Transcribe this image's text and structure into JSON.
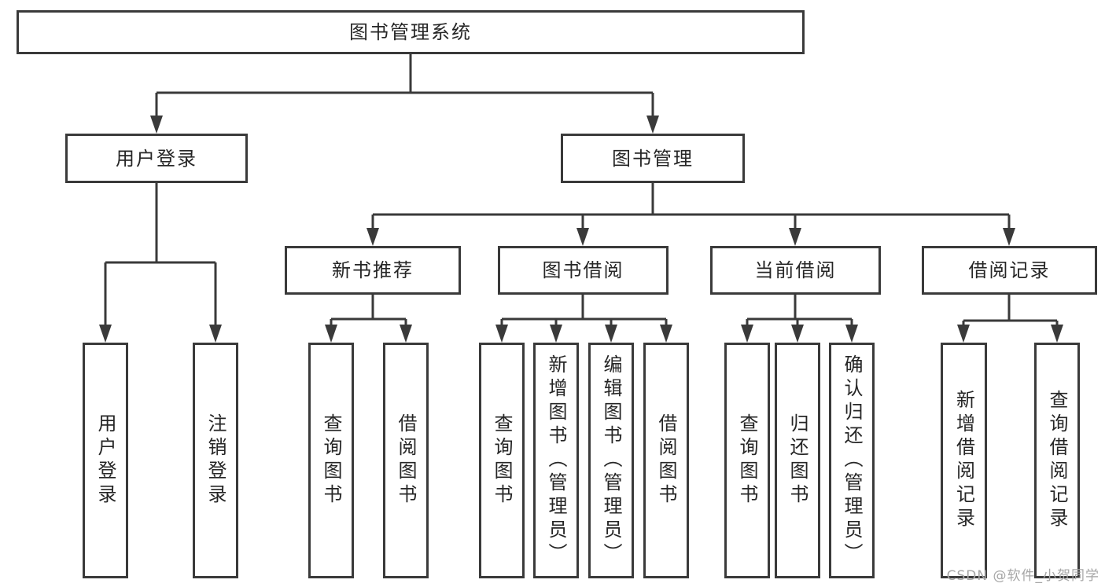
{
  "diagram": {
    "root": "图书管理系统",
    "level2": {
      "user_login": "用户登录",
      "book_management": "图书管理"
    },
    "level3": {
      "new_book_recommend": "新书推荐",
      "book_borrow": "图书借阅",
      "current_borrow": "当前借阅",
      "borrow_records": "借阅记录"
    },
    "leaves": {
      "user_login": "用户登录",
      "logout": "注销登录",
      "recommend_query_books": "查询图书",
      "recommend_borrow_books": "借阅图书",
      "borrow_query_books": "查询图书",
      "borrow_add_books": "新增图书（管理员）",
      "borrow_edit_books": "编辑图书（管理员）",
      "borrow_borrow_books": "借阅图书",
      "current_query_books": "查询图书",
      "current_return_books": "归还图书",
      "current_confirm_return": "确认归还（管理员）",
      "records_add": "新增借阅记录",
      "records_query": "查询借阅记录"
    }
  },
  "watermark": "CSDN @软件_小贺同学",
  "colors": {
    "line": "#3a3a3a",
    "text": "#262626",
    "watermark": "#a6a6a6",
    "background": "#ffffff"
  }
}
